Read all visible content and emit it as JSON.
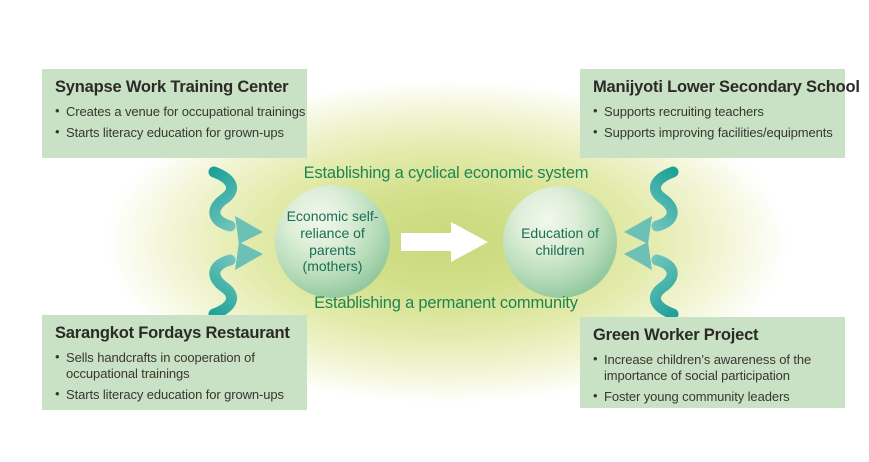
{
  "diagram": {
    "boxes": {
      "top_left": {
        "title": "Synapse Work Training Center",
        "bullets": [
          "Creates a venue for occupational trainings",
          "Starts literacy education for grown-ups"
        ]
      },
      "top_right": {
        "title": "Manijyoti Lower Secondary School",
        "bullets": [
          "Supports recruiting teachers",
          "Supports improving facilities/equipments"
        ]
      },
      "bottom_left": {
        "title": "Sarangkot Fordays Restaurant",
        "bullets": [
          "Sells handcrafts in cooperation of occupational trainings",
          "Starts literacy education for grown-ups"
        ]
      },
      "bottom_right": {
        "title": "Green Worker Project",
        "bullets": [
          "Increase children’s awareness of the importance of social participation",
          "Foster young community leaders"
        ]
      }
    },
    "center": {
      "top_caption": "Establishing a cyclical economic system",
      "bottom_caption": "Establishing a permanent community",
      "left_circle_label": "Economic self-reliance of parents (mothers)",
      "right_circle_label": "Education of children"
    },
    "icons": {
      "flow_arrow": "right-arrow-icon",
      "curved_arrow": "curved-arrow-icon"
    },
    "colors": {
      "box_fill": "#c9e1c4",
      "caption_green": "#1e8552",
      "circle_text_green": "#1a6d55",
      "arrow_teal_dark": "#1ba097",
      "arrow_teal_light": "#8ed1ca",
      "glow_center": "#c8d979",
      "flow_arrow_white": "#ffffff"
    }
  }
}
